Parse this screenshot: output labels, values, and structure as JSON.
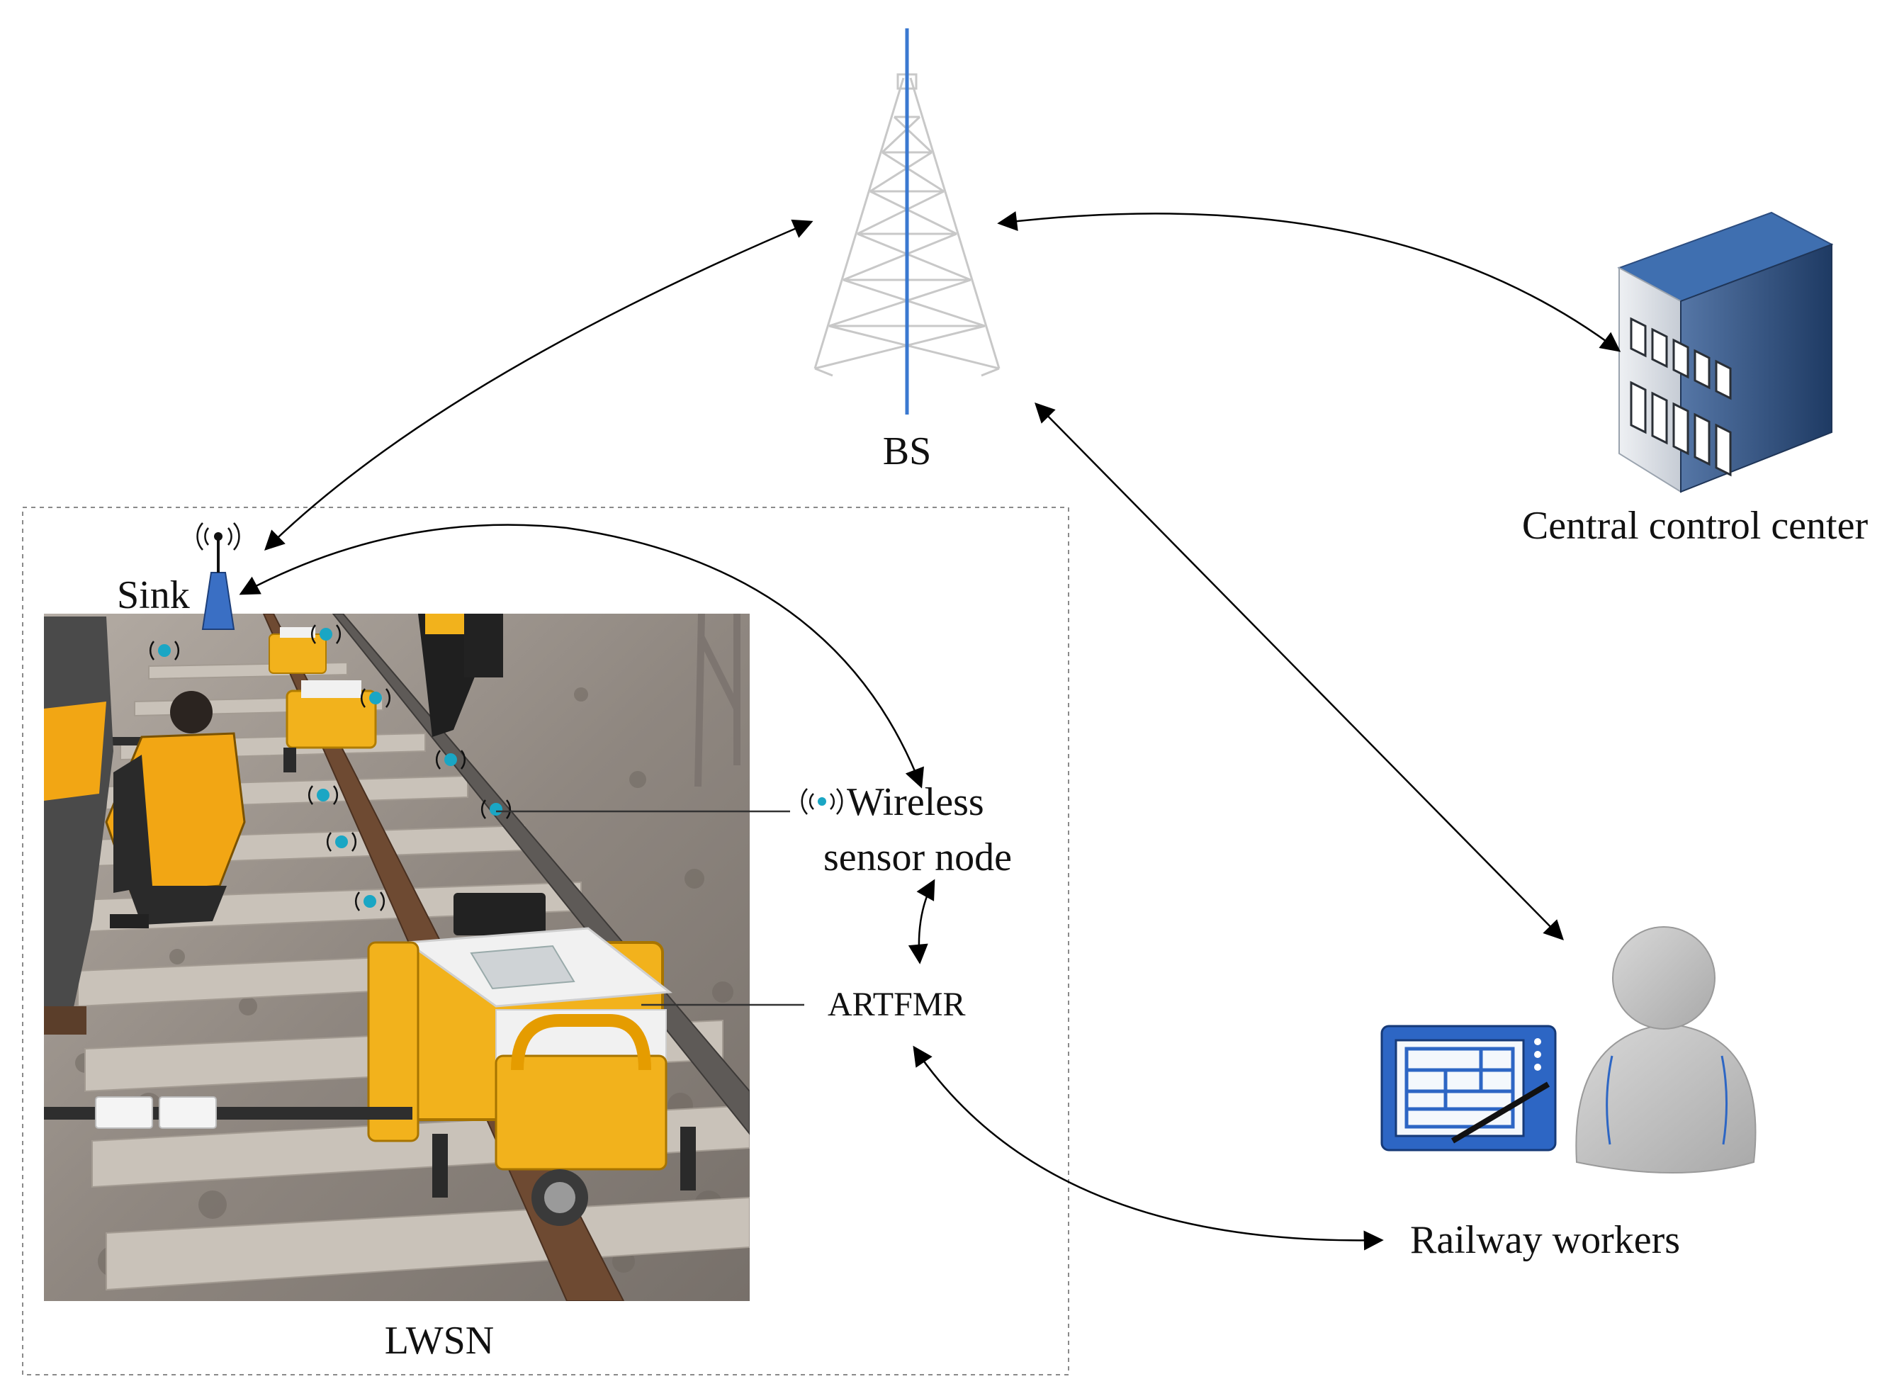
{
  "nodes": {
    "bs": {
      "label": "BS",
      "icon": "cell-tower-icon"
    },
    "central": {
      "label": "Central control center",
      "icon": "building-icon"
    },
    "sink": {
      "label": "Sink",
      "icon": "antenna-icon"
    },
    "wireless": {
      "line1": "Wireless",
      "line2": "sensor node",
      "icon": "wireless-signal-icon"
    },
    "artfmr": {
      "label": "ARTFMR"
    },
    "workers": {
      "label": "Railway workers",
      "icons": [
        "tablet-icon",
        "person-icon"
      ]
    },
    "lwsn": {
      "label": "LWSN"
    }
  },
  "connections": [
    {
      "from": "BS",
      "to": "Sink",
      "direction": "bidirectional"
    },
    {
      "from": "BS",
      "to": "Central control center",
      "direction": "bidirectional"
    },
    {
      "from": "BS",
      "to": "Railway workers",
      "direction": "bidirectional"
    },
    {
      "from": "Sink",
      "to": "Wireless sensor node",
      "direction": "bidirectional"
    },
    {
      "from": "Wireless sensor node",
      "to": "ARTFMR",
      "direction": "bidirectional"
    },
    {
      "from": "ARTFMR",
      "to": "Railway workers",
      "direction": "bidirectional"
    }
  ],
  "colors": {
    "tower_lines": "#c8c8c8",
    "tower_mast": "#3a78d0",
    "building_front": "#d9dde3",
    "building_side": "#3c5f8e",
    "building_roof": "#3f6fb0",
    "machine_yellow": "#f2b21c",
    "machine_white": "#f1f1f1",
    "rail": "#6e4a32",
    "ballast": "#9a9189",
    "tablet_blue": "#2d66c4",
    "person_grey": "#c4c4c4",
    "sensor_cyan": "#1aa6c4"
  }
}
